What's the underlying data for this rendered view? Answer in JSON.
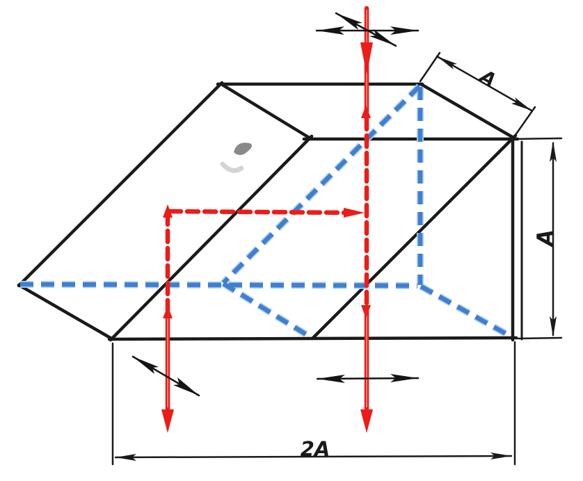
{
  "labels": {
    "depth_dimension": "A",
    "height_dimension": "A",
    "width_dimension": "2A"
  },
  "colors": {
    "outline": "#1a1a1a",
    "hidden_edge": "#3f7fd0",
    "hidden_edge_halo": "#aecfee",
    "beam": "#ed1c16",
    "beam_core": "#ff7a70",
    "symbol": "#141414",
    "label_text": "#1a1a1a",
    "smudge_dark": "#8a8a8a",
    "smudge_light": "#d4d4d4"
  }
}
